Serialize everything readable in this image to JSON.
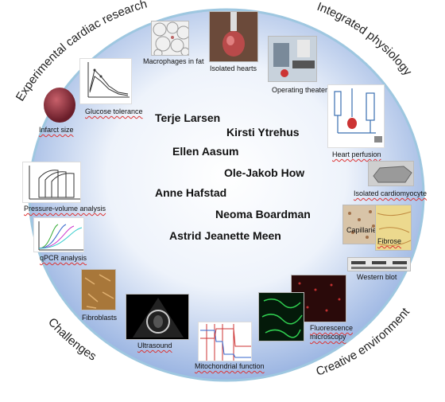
{
  "arc_labels": {
    "top_left": "Experimental cardiac research",
    "top_right": "Integrated physiology",
    "bottom_left": "Challenges",
    "bottom_right": "Creative environment"
  },
  "names": [
    "Terje Larsen",
    "Kirsti Ytrehus",
    "Ellen Aasum",
    "Ole-Jakob How",
    "Anne Hafstad",
    "Neoma Boardman",
    "Astrid Jeanette Meen"
  ],
  "panels": {
    "macrophages": "Macrophages in fat",
    "isolated_hearts": "Isolated hearts",
    "operating_theater": "Operating theater",
    "glucose_tolerance": "Glucose tolerance",
    "infarct_size": "Infarct size",
    "heart_perfusion": "Heart perfusion",
    "isolated_cardiomyocyte": "Isolated cardiomyocyte",
    "pressure_volume": "Pressure-volume analysis",
    "capillaries": "Capillaries",
    "fibrose": "Fibrose",
    "qpcr": "qPCR analysis",
    "western_blot": "Western blot",
    "fibroblasts": "Fibroblasts",
    "fluorescence": "Fluorescence microscopy",
    "ultrasound": "Ultrasound",
    "mitochondrial": "Mitochondrial function"
  },
  "colors": {
    "circle_center": "#ffffff",
    "circle_edge": "#9bb5e2",
    "circle_border": "#9ec7e0"
  }
}
